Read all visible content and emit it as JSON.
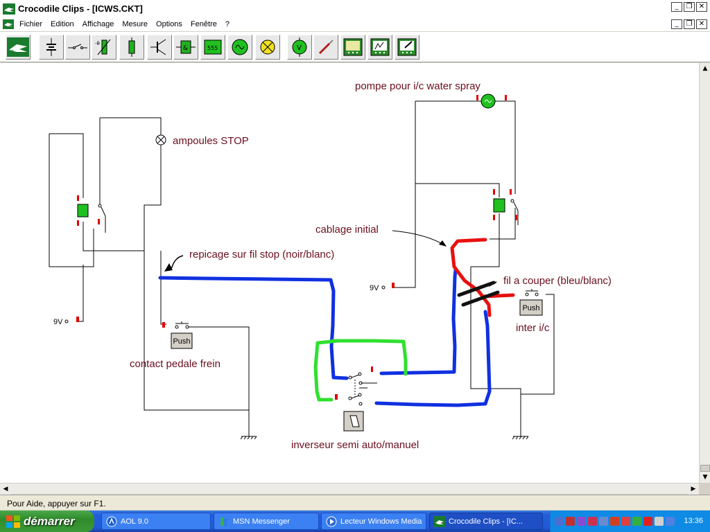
{
  "window": {
    "title": "Crocodile Clips - [ICWS.CKT]"
  },
  "menu": {
    "items": [
      "Fichier",
      "Edition",
      "Affichage",
      "Mesure",
      "Options",
      "Fenêtre",
      "?"
    ]
  },
  "toolbar": {
    "buttons": [
      {
        "icon": "crocodile-logo-icon"
      },
      {
        "icon": "battery-icon"
      },
      {
        "icon": "switch-icon"
      },
      {
        "icon": "thermistor-icon"
      },
      {
        "icon": "resistor-icon"
      },
      {
        "icon": "transistor-icon"
      },
      {
        "icon": "and-gate-icon"
      },
      {
        "icon": "ic-555-icon",
        "text": "555"
      },
      {
        "icon": "voltage-generator-icon"
      },
      {
        "icon": "lamp-icon"
      },
      {
        "icon": "voltmeter-icon"
      },
      {
        "icon": "probe-icon"
      },
      {
        "icon": "graph-icon"
      },
      {
        "icon": "graph-edit-icon"
      },
      {
        "icon": "graph-note-icon"
      }
    ]
  },
  "diagram": {
    "labels": {
      "ampoules": "ampoules STOP",
      "repicage": "repicage sur fil stop (noir/blanc)",
      "contact": "contact pedale frein",
      "pompe": "pompe pour i/c water spray",
      "cablage": "cablage initial",
      "fil_couper": "fil a couper (bleu/blanc)",
      "inter": "inter i/c",
      "inverseur": "inverseur semi auto/manuel"
    },
    "source_left": "9V",
    "source_right": "9V",
    "push_left": "Push",
    "push_right": "Push",
    "colors": {
      "label": "#6a0e1d",
      "blue_wire": "#1030e0",
      "green_wire": "#30e030",
      "red_wire": "#e81010",
      "component_red": "#e00000",
      "component_green": "#20c020"
    }
  },
  "status": {
    "text": "Pour Aide, appuyer sur F1."
  },
  "taskbar": {
    "start_label": "démarrer",
    "tasks": [
      {
        "label": "AOL 9.0"
      },
      {
        "label": "MSN Messenger"
      },
      {
        "label": "Lecteur Windows Media"
      },
      {
        "label": "Crocodile Clips - [IC..."
      }
    ],
    "clock": "13:36"
  }
}
